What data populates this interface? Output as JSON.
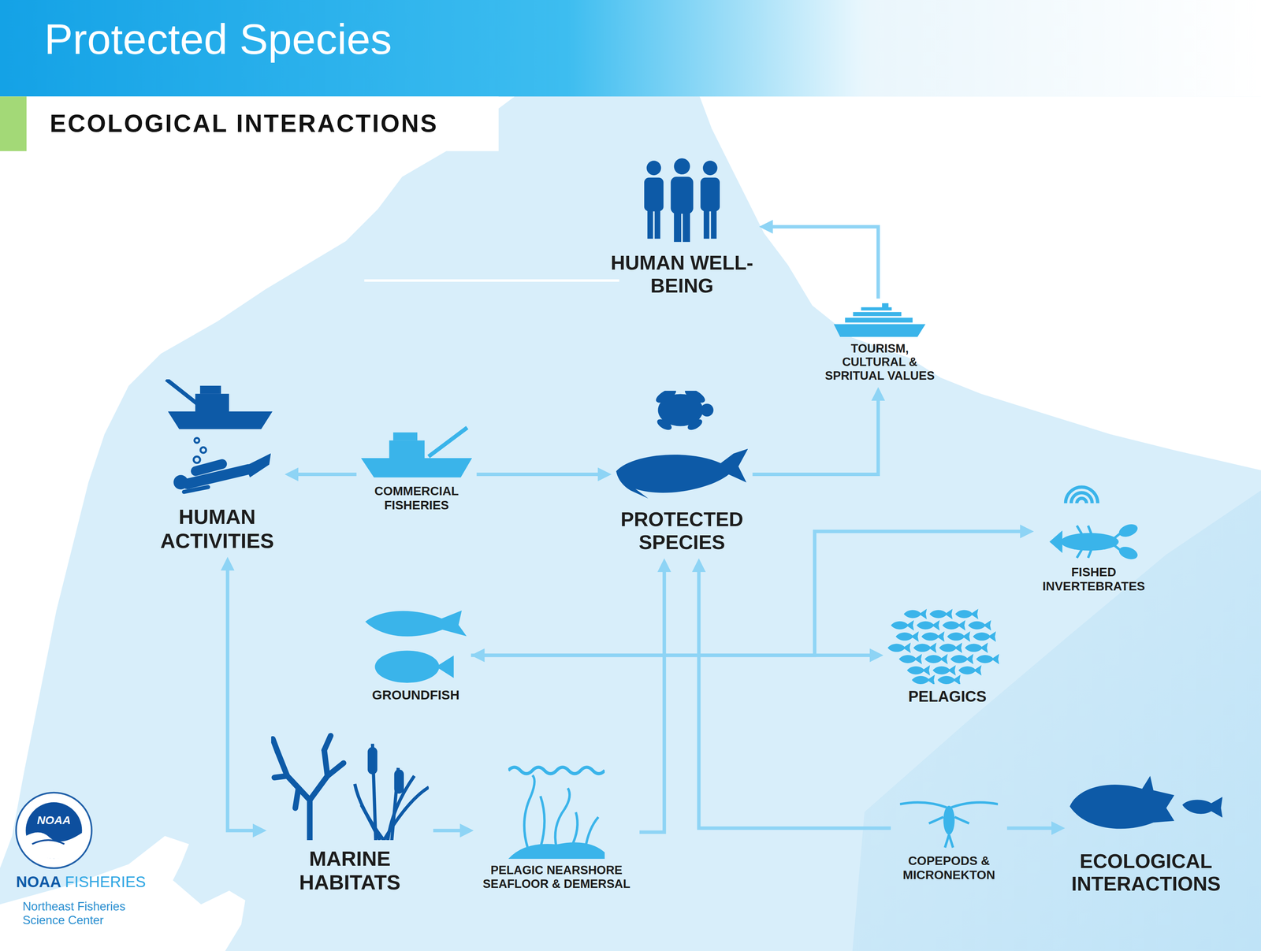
{
  "diagram": {
    "title": "Protected Species",
    "nodes": [
      {
        "text": [
          "HUMAN WELL-BEING"
        ]
      },
      {
        "text": [
          "TOURISM, CULTURAL & SPRITUAL VALUES"
        ]
      },
      {
        "text": [
          "HUMAN ACTIVITIES"
        ]
      },
      {
        "text": [
          "COMMERCIAL FISHERIES"
        ]
      },
      {
        "text": [
          "PROTECTED SPECIES"
        ]
      },
      {
        "text": [
          "FISHED INVERTEBRATES"
        ]
      },
      {
        "text": [
          "GROUNDFISH"
        ]
      },
      {
        "text": [
          "PELAGICS"
        ]
      },
      {
        "text": [
          "MARINE HABITATS"
        ]
      },
      {
        "text": [
          "PELAGIC NEARSHORE SEAFLOOR & DEMERSAL"
        ]
      },
      {
        "text": [
          "COPEPODS & MICRONEKTON"
        ]
      },
      {
        "text": [
          "ECOLOGICAL INTERACTIONS"
        ]
      }
    ],
    "edges": [
      {
        "from": 1,
        "to": 0,
        "arrow": "to"
      },
      {
        "from": 3,
        "to": 2,
        "arrow": "to"
      },
      {
        "from": 3,
        "to": 4,
        "arrow": "to"
      },
      {
        "from": 4,
        "to": 1,
        "arrow": "to"
      },
      {
        "from": 6,
        "to": 7,
        "arrow": "both"
      },
      {
        "from": 6,
        "to": 5,
        "arrow": "to"
      },
      {
        "from": 2,
        "to": 8,
        "arrow": "both"
      },
      {
        "from": 8,
        "to": 9,
        "arrow": "to"
      },
      {
        "from": 9,
        "to": 4,
        "arrow": "to"
      },
      {
        "from": 10,
        "to": 4,
        "arrow": "to"
      },
      {
        "from": 10,
        "to": 11,
        "arrow": "to"
      }
    ],
    "labels": [
      "ECOLOGICAL INTERACTIONS",
      "NOAA",
      "NOAA",
      "FISHERIES",
      "Northeast Fisheries Science Center"
    ]
  }
}
